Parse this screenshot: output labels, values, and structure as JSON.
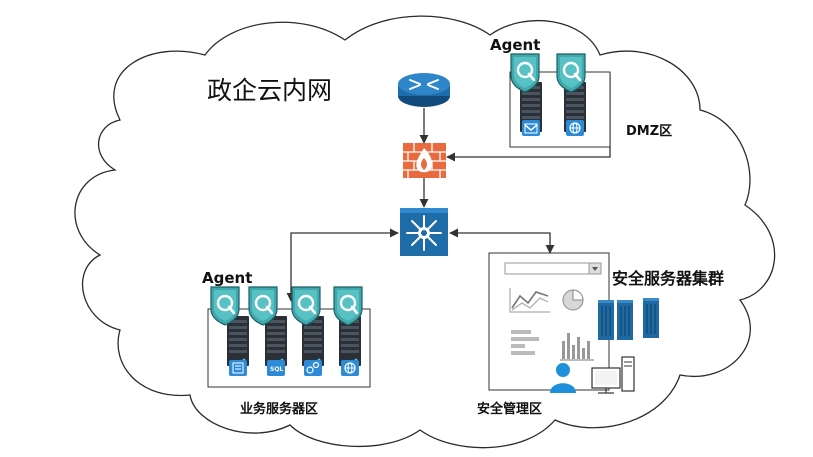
{
  "diagram": {
    "cloud_title": "政企云内网",
    "labels": {
      "dmz_zone": "DMZ区",
      "business_zone": "业务服务器区",
      "security_management_zone": "安全管理区",
      "security_server_cluster": "安全服务器集群",
      "agent_top": "Agent",
      "agent_bottom": "Agent",
      "sql_badge": "SQL"
    },
    "nodes": [
      "router",
      "firewall",
      "core-switch",
      "dmz-mail-server",
      "dmz-web-server",
      "business-file-server",
      "business-database-server",
      "business-app-server",
      "business-web-server",
      "security-dashboard",
      "security-servers",
      "admin-user",
      "admin-workstation"
    ],
    "edges": [
      {
        "from": "router",
        "to": "firewall"
      },
      {
        "from": "dmz-zone",
        "to": "firewall"
      },
      {
        "from": "firewall",
        "to": "core-switch"
      },
      {
        "from": "core-switch",
        "to": "business-zone"
      },
      {
        "from": "core-switch",
        "to": "security-management-zone"
      }
    ],
    "colors": {
      "agent_shield": "#3fa9ad",
      "device_blue": "#1e6ca8",
      "firewall": "#e96a3e",
      "server_dark": "#2b3038",
      "badge_blue": "#2c8bd6",
      "cluster_blue": "#1f6aa3"
    }
  }
}
